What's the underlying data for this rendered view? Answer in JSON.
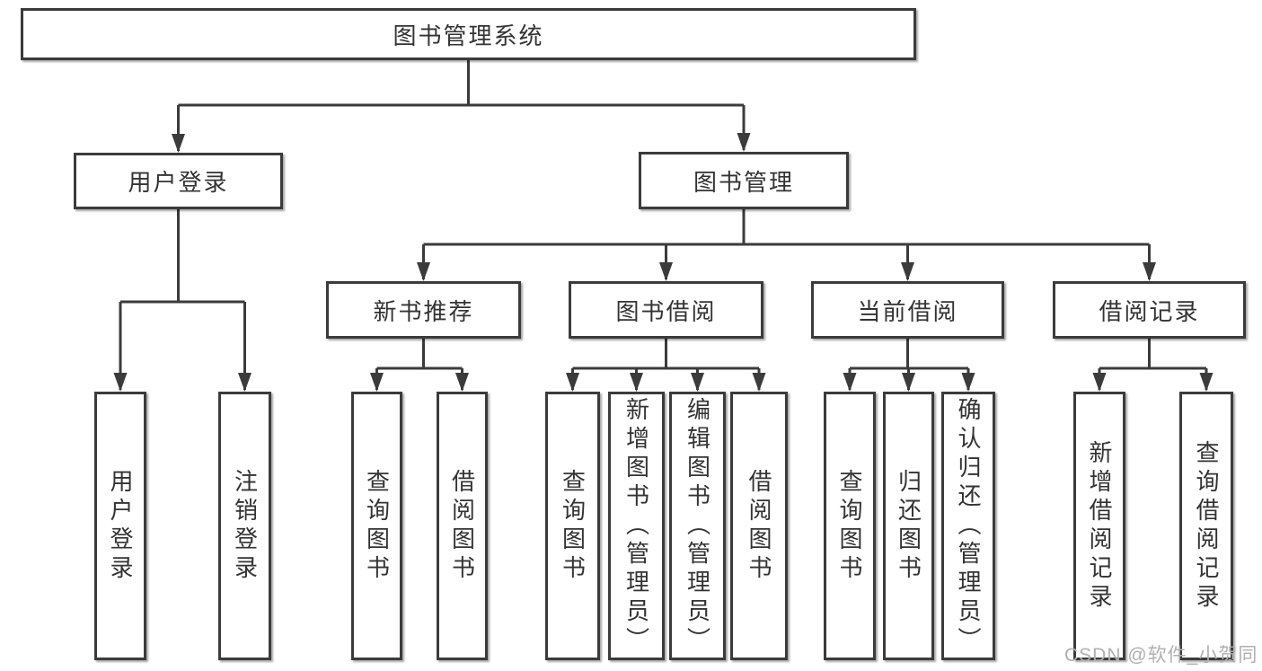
{
  "diagram": {
    "root": {
      "label": "图书管理系统"
    },
    "level2": [
      {
        "id": "user-login",
        "label": "用户登录"
      },
      {
        "id": "book-management",
        "label": "图书管理"
      }
    ],
    "level3": [
      {
        "id": "new-book-recommend",
        "label": "新书推荐"
      },
      {
        "id": "book-borrowing",
        "label": "图书借阅"
      },
      {
        "id": "current-borrowing",
        "label": "当前借阅"
      },
      {
        "id": "borrowing-records",
        "label": "借阅记录"
      }
    ],
    "leaves": [
      {
        "id": "user-login-leaf",
        "parent": "user-login",
        "label": "用户登录"
      },
      {
        "id": "logout",
        "parent": "user-login",
        "label": "注销登录"
      },
      {
        "id": "nr-query-books",
        "parent": "new-book-recommend",
        "label": "查询图书"
      },
      {
        "id": "nr-borrow-books",
        "parent": "new-book-recommend",
        "label": "借阅图书"
      },
      {
        "id": "bb-query-books",
        "parent": "book-borrowing",
        "label": "查询图书"
      },
      {
        "id": "bb-add-books",
        "parent": "book-borrowing",
        "label": "新增图书（管理员）"
      },
      {
        "id": "bb-edit-books",
        "parent": "book-borrowing",
        "label": "编辑图书（管理员）"
      },
      {
        "id": "bb-borrow-books",
        "parent": "book-borrowing",
        "label": "借阅图书"
      },
      {
        "id": "cb-query-books",
        "parent": "current-borrowing",
        "label": "查询图书"
      },
      {
        "id": "cb-return-books",
        "parent": "current-borrowing",
        "label": "归还图书"
      },
      {
        "id": "cb-confirm-return",
        "parent": "current-borrowing",
        "label": "确认归还（管理员）"
      },
      {
        "id": "br-add-record",
        "parent": "borrowing-records",
        "label": "新增借阅记录"
      },
      {
        "id": "br-query-record",
        "parent": "borrowing-records",
        "label": "查询借阅记录"
      }
    ]
  },
  "watermark": {
    "text": "CSDN @软件_小贺同学"
  },
  "colors": {
    "line": "#3b3b3b",
    "text": "#333333",
    "background": "#ffffff",
    "watermark": "#b0b0b0"
  }
}
